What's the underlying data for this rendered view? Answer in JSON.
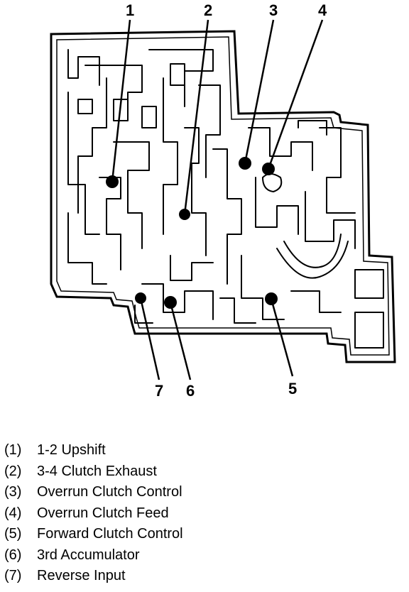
{
  "callouts": [
    {
      "number": "1",
      "label": "1-2 Upshift"
    },
    {
      "number": "2",
      "label": "3-4 Clutch Exhaust"
    },
    {
      "number": "3",
      "label": "Overrun Clutch Control"
    },
    {
      "number": "4",
      "label": "Overrun Clutch Feed"
    },
    {
      "number": "5",
      "label": "Forward Clutch Control"
    },
    {
      "number": "6",
      "label": "3rd Accumulator"
    },
    {
      "number": "7",
      "label": "Reverse Input"
    }
  ],
  "legend": [
    {
      "num": "(1)",
      "text": "1-2 Upshift"
    },
    {
      "num": "(2)",
      "text": "3-4 Clutch Exhaust"
    },
    {
      "num": "(3)",
      "text": "Overrun Clutch Control"
    },
    {
      "num": "(4)",
      "text": "Overrun Clutch Feed"
    },
    {
      "num": "(5)",
      "text": "Forward Clutch Control"
    },
    {
      "num": "(6)",
      "text": "3rd Accumulator"
    },
    {
      "num": "(7)",
      "text": "Reverse Input"
    }
  ]
}
